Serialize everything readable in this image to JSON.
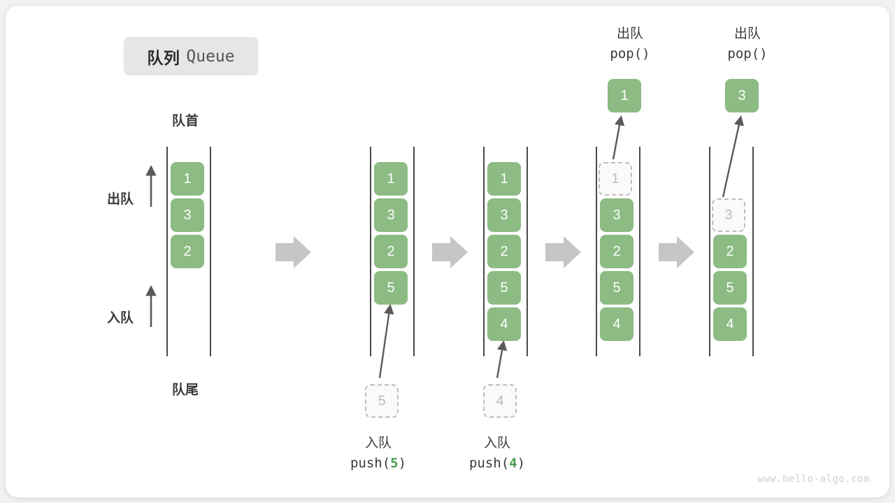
{
  "title": {
    "cn": "队列",
    "en": "Queue"
  },
  "labels": {
    "head": "队首",
    "tail": "队尾",
    "dequeue": "出队",
    "enqueue": "入队"
  },
  "watermark": "www.hello-algo.com",
  "colors": {
    "cell_fill": "#8cbb83",
    "cell_text": "#ffffff",
    "ghost_border": "#bdbdbd",
    "ghost_text": "#bdbdbd",
    "rail": "#4a4a4a",
    "flow_arrow": "#c6c6c6",
    "accent_number": "#4a9b50",
    "badge_bg": "#e6e6e6",
    "text": "#3a3a3a"
  },
  "steps": [
    {
      "id": "initial",
      "cells": [
        "1",
        "3",
        "2"
      ],
      "ghost": null,
      "popped": null,
      "caption": null
    },
    {
      "id": "push-5",
      "cells": [
        "1",
        "3",
        "2",
        "5"
      ],
      "ghost": {
        "value": "5",
        "position": "below"
      },
      "popped": null,
      "caption": {
        "cn": "入队",
        "code_prefix": "push(",
        "code_arg": "5",
        "code_suffix": ")"
      }
    },
    {
      "id": "push-4",
      "cells": [
        "1",
        "3",
        "2",
        "5",
        "4"
      ],
      "ghost": {
        "value": "4",
        "position": "below"
      },
      "popped": null,
      "caption": {
        "cn": "入队",
        "code_prefix": "push(",
        "code_arg": "4",
        "code_suffix": ")"
      }
    },
    {
      "id": "pop-1",
      "cells": [
        "3",
        "2",
        "5",
        "4"
      ],
      "ghost": {
        "value": "1",
        "position": "slot0"
      },
      "popped": {
        "value": "1",
        "cn": "出队",
        "code": "pop()"
      },
      "caption": null
    },
    {
      "id": "pop-3",
      "cells": [
        "2",
        "5",
        "4"
      ],
      "ghost": {
        "value": "3",
        "position": "slot1"
      },
      "popped": {
        "value": "3",
        "cn": "出队",
        "code": "pop()"
      },
      "caption": null
    }
  ]
}
